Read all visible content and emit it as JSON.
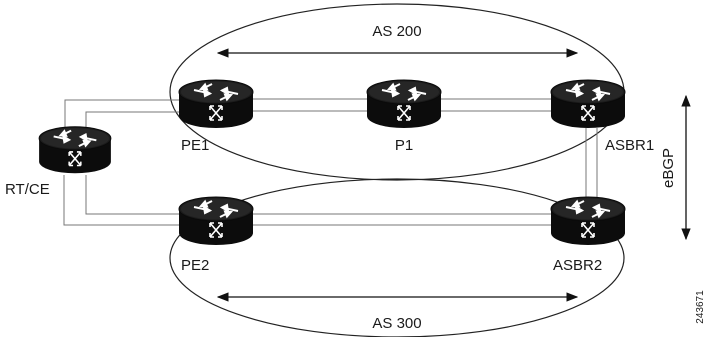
{
  "diagram": {
    "as_top": {
      "label": "AS 200"
    },
    "as_bottom": {
      "label": "AS 300"
    },
    "ebgp": {
      "label": "eBGP"
    },
    "figure_id": "243671",
    "routers": {
      "rtce": {
        "label": "RT/CE",
        "icon": "router-icon"
      },
      "pe1": {
        "label": "PE1",
        "icon": "router-icon"
      },
      "p1": {
        "label": "P1",
        "icon": "router-icon"
      },
      "asbr1": {
        "label": "ASBR1",
        "icon": "router-icon"
      },
      "pe2": {
        "label": "PE2",
        "icon": "router-icon"
      },
      "asbr2": {
        "label": "ASBR2",
        "icon": "router-icon"
      }
    }
  }
}
